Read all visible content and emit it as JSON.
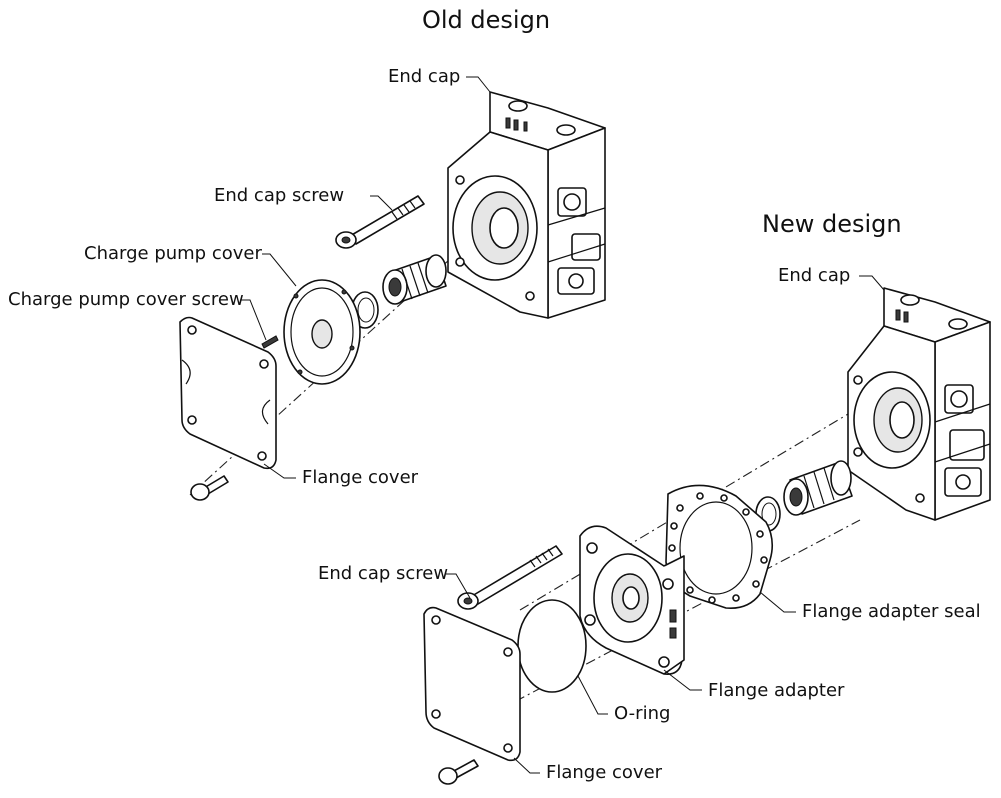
{
  "headings": {
    "old_design": "Old design",
    "new_design": "New design"
  },
  "old_design": {
    "end_cap": "End cap",
    "end_cap_screw": "End cap screw",
    "charge_pump_cover": "Charge pump cover",
    "charge_pump_cover_screw": "Charge pump cover screw",
    "flange_cover": "Flange cover"
  },
  "new_design": {
    "end_cap": "End cap",
    "end_cap_screw": "End cap screw",
    "flange_adapter_seal": "Flange adapter seal",
    "flange_adapter": "Flange adapter",
    "o_ring": "O-ring",
    "flange_cover": "Flange cover"
  }
}
